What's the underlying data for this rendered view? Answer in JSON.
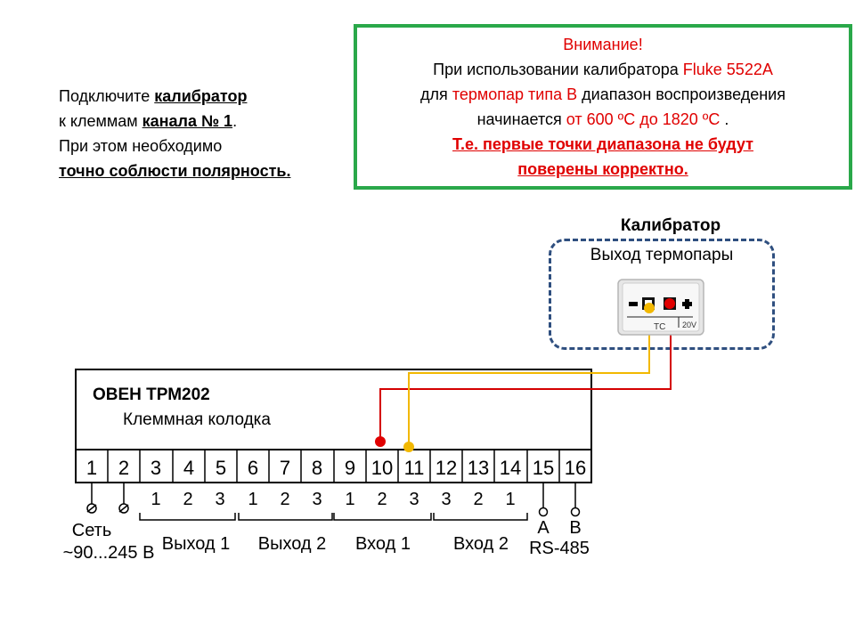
{
  "instructions": {
    "line1_prefix": "Подключите",
    "line1_bold": "калибратор",
    "line2_prefix": "к клеммам",
    "line2_bold": "канала № 1",
    "line2_suffix": ".",
    "line3": "При этом необходимо",
    "line4_bold": "точно соблюсти полярность."
  },
  "warning": {
    "title": "Внимание!",
    "line1_prefix": "При использовании калибратора",
    "line1_red": "Fluke 5522A",
    "line2_prefix": "для",
    "line2_red": "термопар типа В",
    "line2_suffix": "диапазон воспроизведения",
    "line3_prefix": "начинается",
    "line3_red": "от 600 ºС до 1820 ºС",
    "line3_suffix": ".",
    "line4": "Т.е. первые точки диапазона не будут",
    "line5": "поверены корректно."
  },
  "calibrator": {
    "title": "Калибратор",
    "subtitle": "Выход термопары",
    "minus": "−",
    "plus": "+",
    "tc_label": "TC",
    "voltage_label": "20V"
  },
  "device": {
    "title": "ОВЕН ТРМ202",
    "subtitle": "Клеммная колодка",
    "terminals": [
      "1",
      "2",
      "3",
      "4",
      "5",
      "6",
      "7",
      "8",
      "9",
      "10",
      "11",
      "12",
      "13",
      "14",
      "15",
      "16"
    ],
    "out1_sub": [
      "1",
      "2",
      "3"
    ],
    "out2_sub": [
      "1",
      "2",
      "3"
    ],
    "in1_sub": [
      "1",
      "2",
      "3"
    ],
    "in2_sub": [
      "3",
      "2",
      "1"
    ],
    "power_label": "Сеть",
    "power_range": "~90...245 В",
    "out1_label": "Выход 1",
    "out2_label": "Выход 2",
    "in1_label": "Вход 1",
    "in2_label": "Вход 2",
    "rs_a": "A",
    "rs_b": "B",
    "rs_label": "RS-485"
  },
  "colors": {
    "green_border": "#2aa84a",
    "red_wire": "#d40000",
    "yellow_wire": "#f2b800",
    "dashed_border": "#2f4f7f",
    "warning_red": "#e00000"
  }
}
